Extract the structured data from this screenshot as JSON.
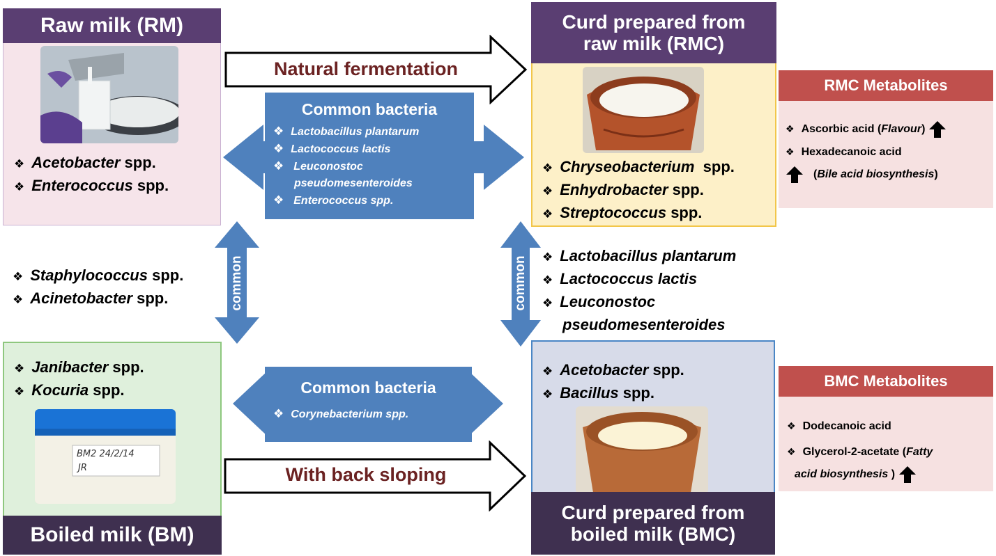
{
  "rm": {
    "title": "Raw milk (RM)",
    "bacteria": [
      {
        "name": "Acetobacter",
        "suffix": " spp."
      },
      {
        "name": "Enterococcus",
        "suffix": " spp."
      }
    ]
  },
  "rmc": {
    "title_line1": "Curd prepared from",
    "title_line2": "raw milk (RMC)",
    "bacteria": [
      {
        "name": "Chryseobacterium",
        "suffix": "  spp."
      },
      {
        "name": "Enhydrobacter",
        "suffix": " spp."
      },
      {
        "name": "Streptococcus",
        "suffix": " spp."
      }
    ]
  },
  "bm": {
    "title": "Boiled milk (BM)",
    "bacteria": [
      {
        "name": "Janibacter",
        "suffix": " spp."
      },
      {
        "name": "Kocuria",
        "suffix": " spp."
      }
    ]
  },
  "bmc": {
    "title_line1": "Curd prepared from",
    "title_line2": "boiled milk (BMC)",
    "bacteria": [
      {
        "name": "Acetobacter",
        "suffix": " spp."
      },
      {
        "name": "Bacillus",
        "suffix": " spp."
      }
    ]
  },
  "flows": {
    "top": "Natural fermentation",
    "bottom": "With back sloping",
    "common_vertical": "common"
  },
  "common_top": {
    "title": "Common bacteria",
    "items": [
      "Lactobacillus plantarum",
      "Lactococcus lactis",
      "Leuconostoc",
      "pseudomesenteroides",
      "Enterococcus spp."
    ]
  },
  "common_bottom": {
    "title": "Common bacteria",
    "items": [
      "Corynebacterium spp."
    ]
  },
  "left_middle": {
    "bacteria": [
      {
        "name": "Staphylococcus",
        "suffix": " spp."
      },
      {
        "name": "Acinetobacter",
        "suffix": " spp."
      }
    ]
  },
  "right_middle": {
    "lines": [
      "Lactobacillus plantarum",
      "Lactococcus lactis",
      "Leuconostoc",
      "pseudomesenteroides"
    ]
  },
  "rmc_metabolites": {
    "title": "RMC Metabolites",
    "item1_text": "Ascorbic acid (",
    "item1_italic": "Flavour",
    "item1_close": ")",
    "item2_text": "Hexadecanoic acid",
    "item2_paren_open": "(",
    "item2_italic": "Bile acid biosynthesis",
    "item2_paren_close": ")"
  },
  "bmc_metabolites": {
    "title": "BMC Metabolites",
    "item1_text": "Dodecanoic acid",
    "item2_text": "Glycerol-2-acetate (",
    "item2_italic1": "Fatty",
    "item2_italic2": "acid biosynthesis",
    "item2_close": " )"
  },
  "jar_labels": {
    "bm_label_line1": "BM2  24/2/14",
    "bm_label_line2": "JR"
  },
  "colors": {
    "title_purple": "#5a3e72",
    "common_blue": "#4f81bd",
    "metabolite_red": "#c0504d",
    "flow_text": "#6b2222"
  }
}
